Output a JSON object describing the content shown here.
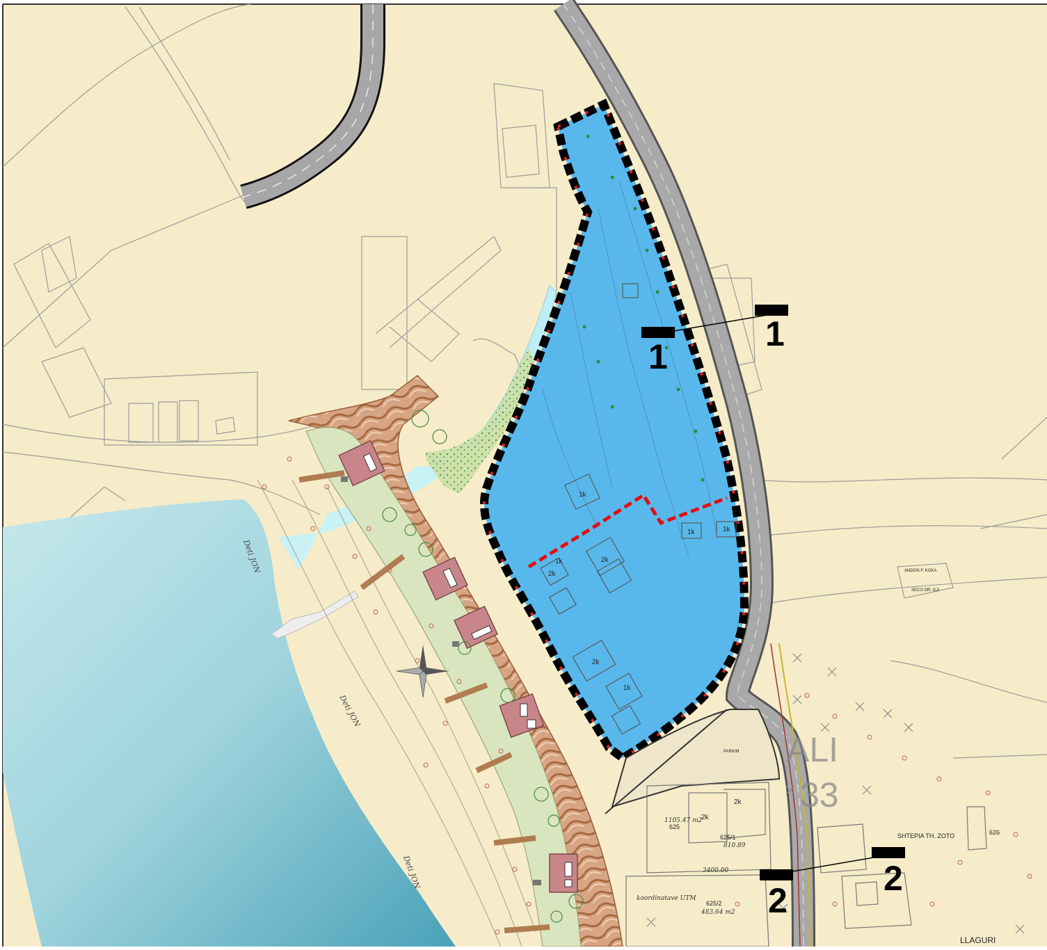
{
  "map": {
    "colors": {
      "land": "#f6ecc9",
      "sea_light": "#b4dee4",
      "sea_dark": "#5aaec0",
      "plot_fill": "#58b8ec",
      "plot_border": "#000000",
      "plot_border_accent": "#e02020",
      "subdivision_line": "#e01010",
      "road_fill": "#a7a7a7",
      "terrace_brown": "#c08560",
      "garden_green": "#c6d7a8",
      "house_roof": "#c9868a",
      "parking_fill": "#efe6c9",
      "stream_fill": "#c2eef6"
    },
    "sea_labels": [
      "Deti JON",
      "Deti JON",
      "Deti JON"
    ],
    "section_markers": [
      {
        "left": "1",
        "right": "1"
      },
      {
        "left": "2",
        "right": "2"
      }
    ],
    "plot_labels": {
      "building_1k_a": "1k",
      "building_1k_b": "1k",
      "building_1k_c": "1k",
      "building_1k_d": "1k",
      "building_1k_e": "1k",
      "building_2k_a": "2k",
      "building_2k_b": "2k",
      "building_2k_c": "2k"
    },
    "parking_label": "PARKIM",
    "parcel_labels": {
      "parcel_625": "625",
      "parcel_626": "626",
      "parcel_625_1": "625/1",
      "parcel_625_2": "625/2",
      "area_1": "1105.47 m2",
      "area_2": "483.64 m2",
      "area_3": "810.89",
      "area_4": "3400.00",
      "koordinatave": "koordinatave UTM",
      "owner_zoto": "SHTEPIA TH. ZOTO",
      "owner_koka": "ANDON F. KOKA",
      "owner_seco": "SECO DR. GJI",
      "llaguri": "LLAGURI",
      "building_2k_right_a": "2k",
      "building_2k_right_b": "2k"
    },
    "zone_label": "ALI",
    "zone_number": "33",
    "compass_icon": "compass-rose-icon"
  }
}
